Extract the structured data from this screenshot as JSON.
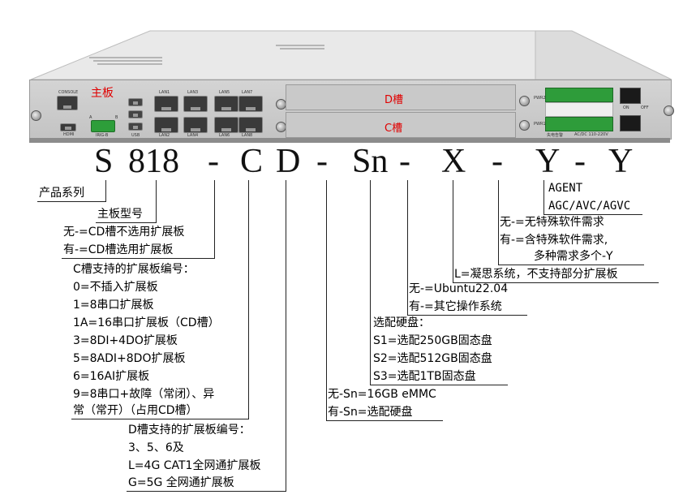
{
  "device": {
    "red_labels": {
      "main": "主板",
      "d_slot": "D槽",
      "c_slot": "C槽"
    },
    "port_labels": {
      "console": "CONSOLE",
      "hdmi": "HDMI",
      "irig": "IRIG-B",
      "irig_a": "A",
      "irig_b": "B",
      "usb": "USB",
      "lan1": "LAN1",
      "lan2": "LAN2",
      "lan3": "LAN3",
      "lan4": "LAN4",
      "lan5": "LAN5",
      "lan6": "LAN6",
      "lan7": "LAN7",
      "lan8": "LAN8",
      "pwr1": "PWR1",
      "pwr2": "PWR2",
      "psu_note": "AC/DC 110-220V",
      "alarm": "失电告警",
      "on": "ON",
      "off": "OFF"
    }
  },
  "code_segments": [
    "S",
    "818",
    "-",
    "C",
    "D",
    "-",
    "Sn",
    "-",
    "X",
    "-",
    "Y",
    "-",
    "Y"
  ],
  "annotations": {
    "series": "产品系列",
    "model": "主板型号",
    "cd_slot": [
      "无-=CD槽不选用扩展板",
      "有-=CD槽选用扩展板"
    ],
    "c_slot": [
      "C槽支持的扩展板编号：",
      "0=不插入扩展板",
      "1=8串口扩展板",
      "1A=16串口扩展板（CD槽）",
      "3=8DI+4DO扩展板",
      "5=8ADI+8DO扩展板",
      "6=16AI扩展板",
      "9=8串口+故障（常闭）、异",
      "常（常开）（占用CD槽）"
    ],
    "d_slot": [
      "D槽支持的扩展板编号：",
      "3、5、6及",
      "L=4G CAT1全网通扩展板",
      "G=5G 全网通扩展板"
    ],
    "storage": [
      "无-Sn=16GB eMMC",
      "有-Sn=选配硬盘"
    ],
    "ssd": [
      "选配硬盘：",
      "S1=选配250GB固态盘",
      "S2=选配512GB固态盘",
      "S3=选配1TB固态盘"
    ],
    "os": [
      "无-=Ubuntu22.04",
      "有-=其它操作系统"
    ],
    "x_option": "L=凝思系统，不支持部分扩展板",
    "software": [
      "无-=无特殊软件需求",
      "有-=含特殊软件需求,",
      "多种需求多个-Y"
    ],
    "agent": [
      "AGENT",
      "AGC/AVC/AGVC"
    ]
  }
}
